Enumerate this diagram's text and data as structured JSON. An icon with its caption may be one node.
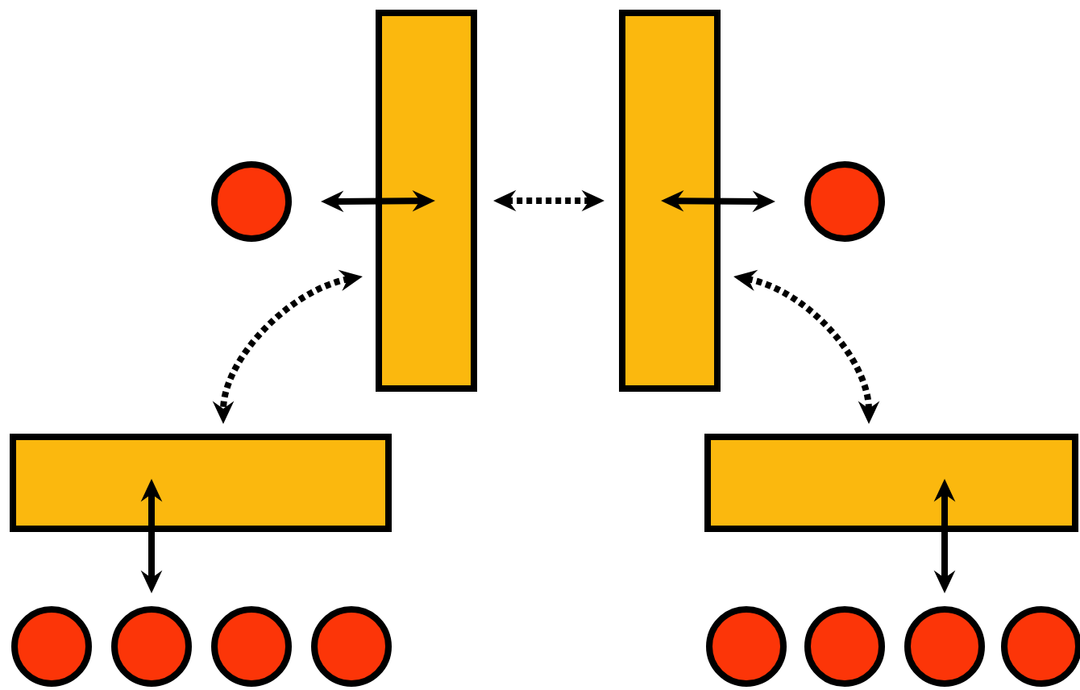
{
  "diagram": {
    "nodes": [
      {
        "text": [],
        "shape": "bar"
      },
      {
        "text": [],
        "shape": "bar"
      },
      {
        "text": [],
        "shape": "circle"
      },
      {
        "text": [],
        "shape": "circle"
      },
      {
        "text": [],
        "shape": "bar"
      },
      {
        "text": [],
        "shape": "bar"
      },
      {
        "text": [],
        "shape": "circle"
      },
      {
        "text": [],
        "shape": "circle"
      },
      {
        "text": [],
        "shape": "circle"
      },
      {
        "text": [],
        "shape": "circle"
      },
      {
        "text": [],
        "shape": "circle"
      },
      {
        "text": [],
        "shape": "circle"
      },
      {
        "text": [],
        "shape": "circle"
      },
      {
        "text": [],
        "shape": "circle"
      }
    ],
    "edges": [
      {
        "from": 2,
        "to": 0,
        "arrow": "both"
      },
      {
        "from": 0,
        "to": 1,
        "arrow": "both",
        "style": "dashed"
      },
      {
        "from": 0,
        "to": 4,
        "arrow": "both",
        "style": "dashed"
      },
      {
        "from": 1,
        "to": 5,
        "arrow": "both",
        "style": "dashed"
      },
      {
        "from": 3,
        "to": 1,
        "arrow": "both"
      },
      {
        "from": 4,
        "to": 7,
        "arrow": "both"
      },
      {
        "from": 5,
        "to": 12,
        "arrow": "both"
      }
    ]
  }
}
